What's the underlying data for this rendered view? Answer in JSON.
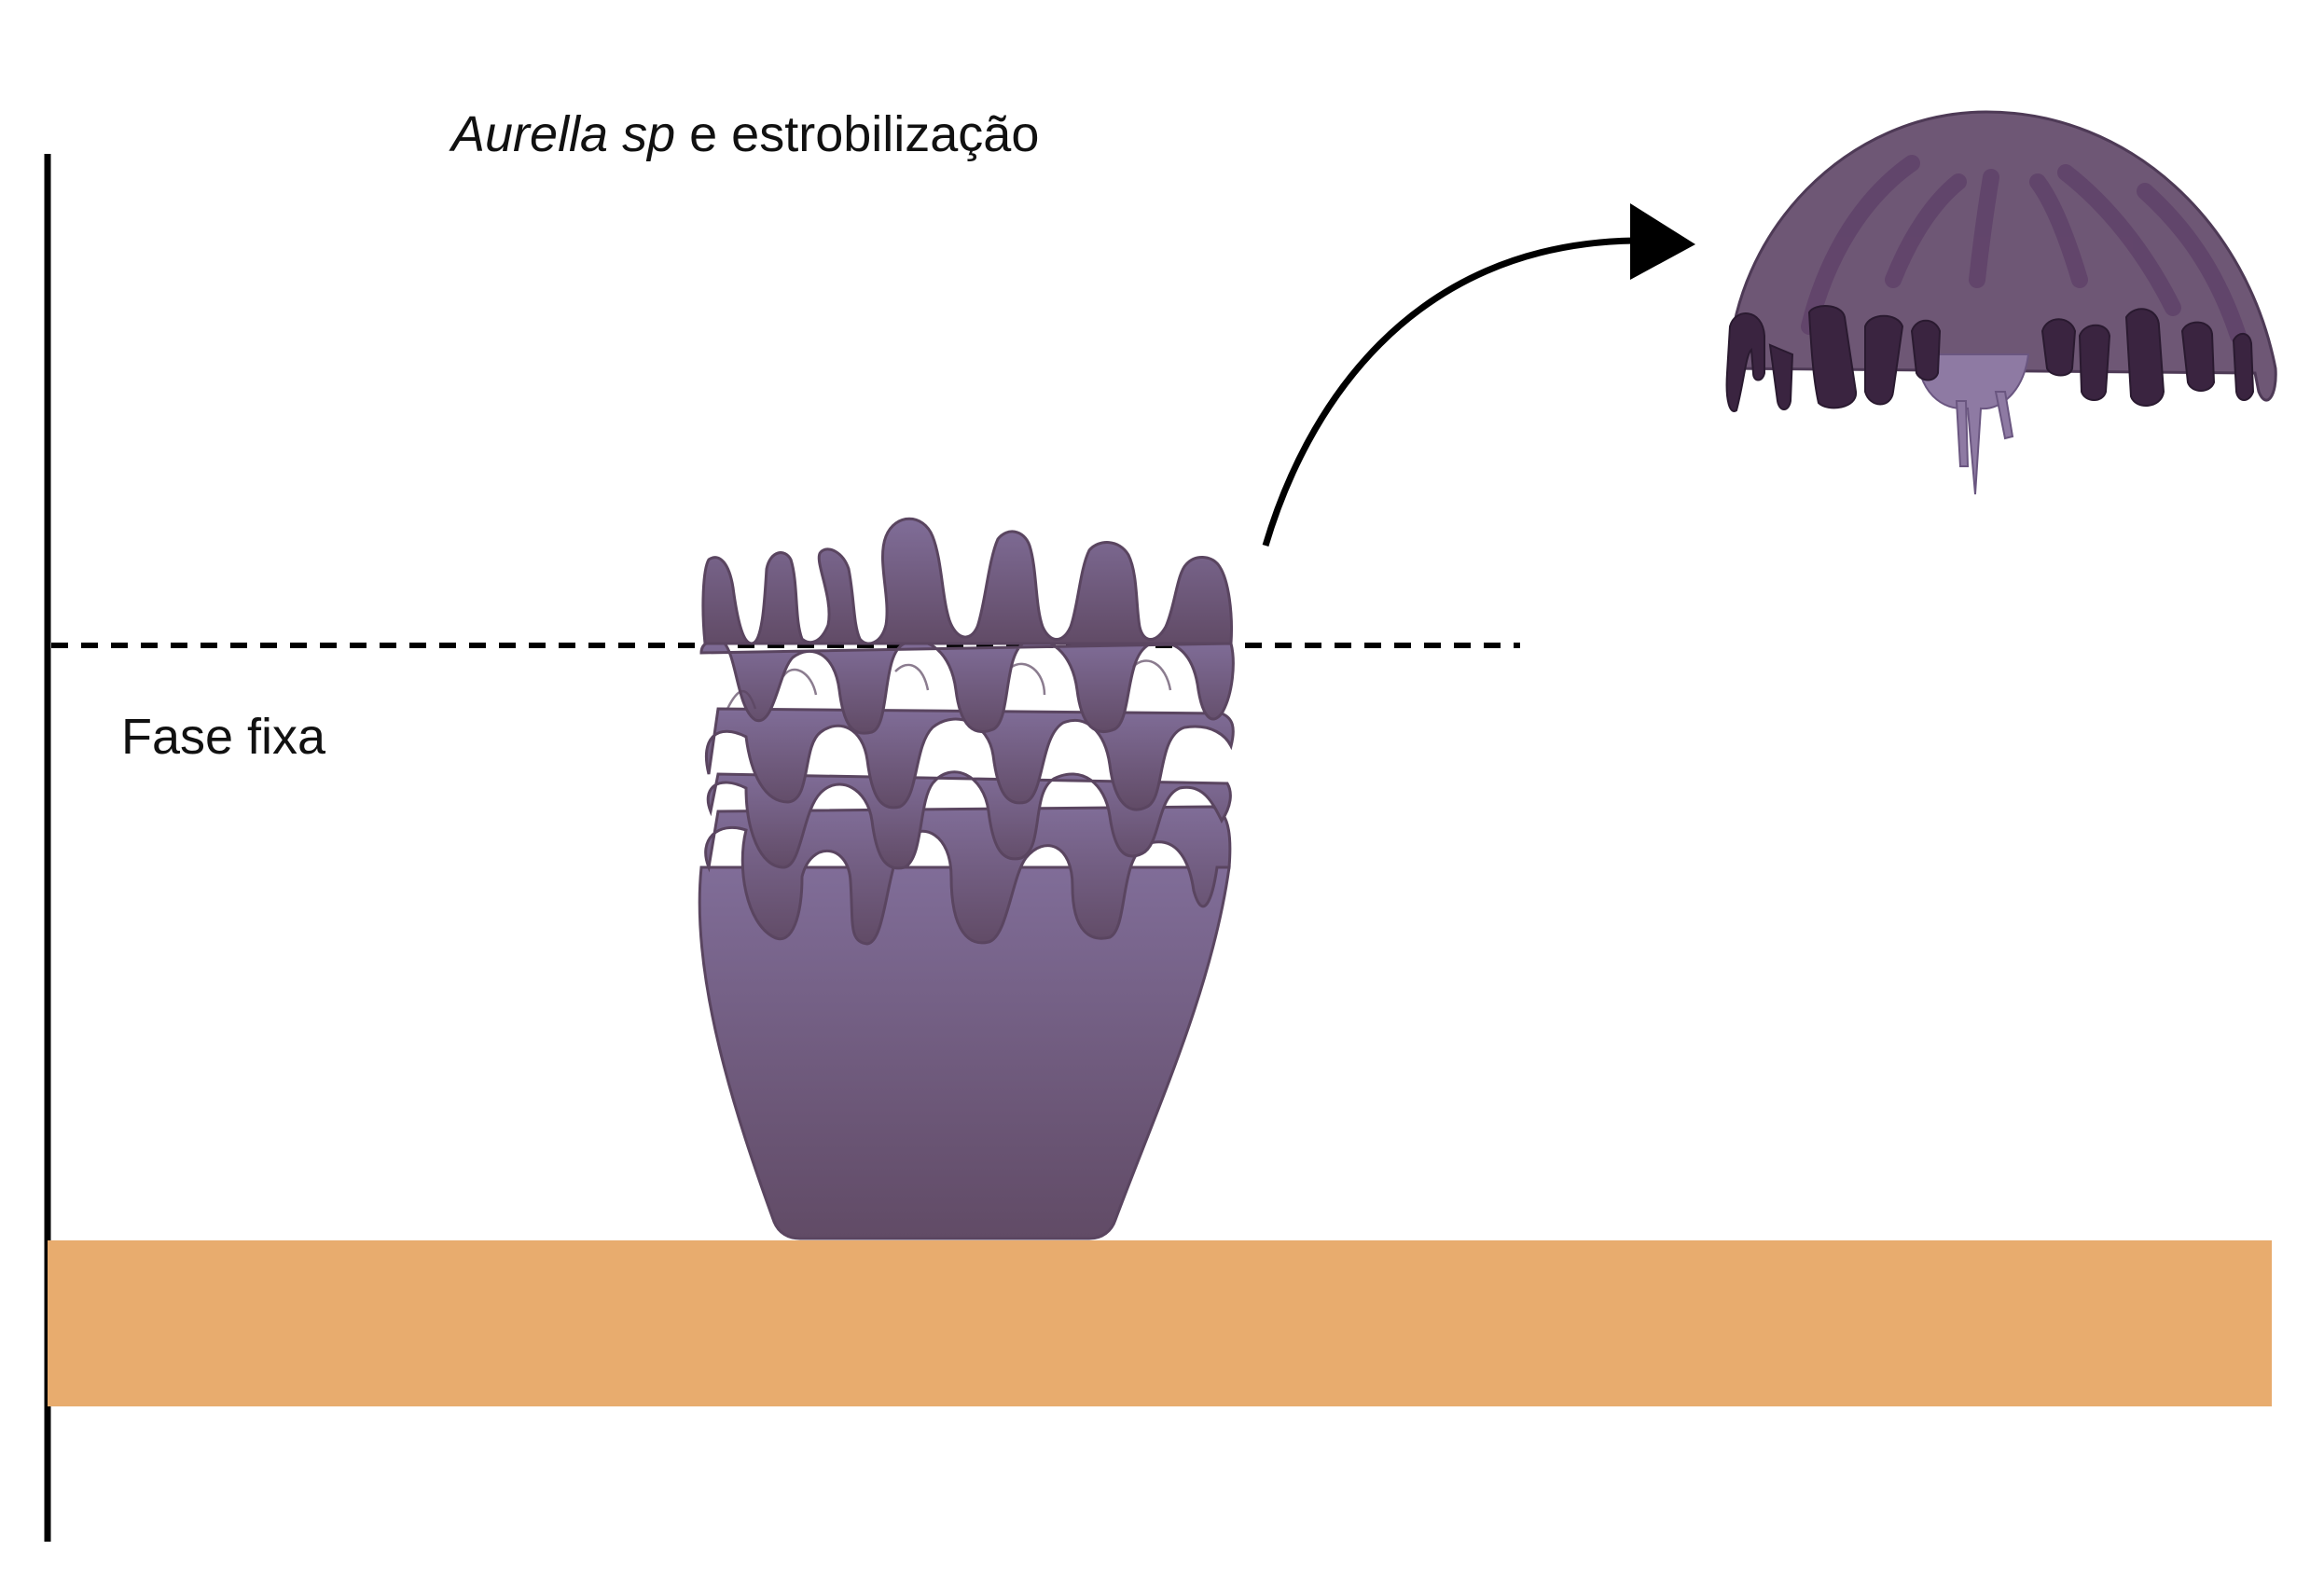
{
  "title": {
    "italic": "Aurella sp",
    "rest": " e estrobilização"
  },
  "labels": {
    "fixed_phase": "Fase fixa"
  },
  "colors": {
    "substrate": "#E8AC6E",
    "polyp_top": "#806D98",
    "polyp_bottom": "#614B66",
    "polyp_outline": "#5A4560",
    "medusa_bell": "#6E5775",
    "medusa_stripe": "#5E3F68",
    "medusa_lappet": "#3A2440",
    "medusa_oral_arm": "#8E7AA3",
    "line": "#000000"
  }
}
